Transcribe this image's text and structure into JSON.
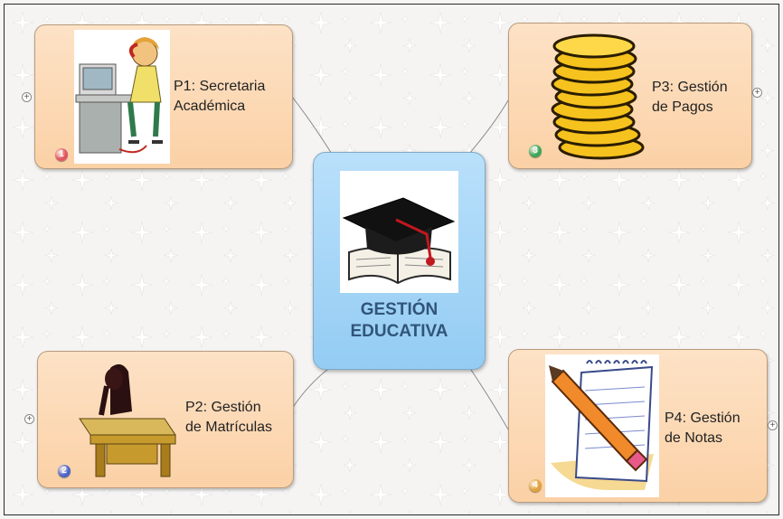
{
  "central_topic": {
    "label_line1": "GESTIÓN",
    "label_line2": "EDUCATIVA",
    "icon": "graduation-cap-book-icon"
  },
  "topics": [
    {
      "badge": "1",
      "line1": "P1: Secretaria",
      "line2": "Académica",
      "icon": "secretary-phone-computer-icon",
      "badge_color": "#e0545f"
    },
    {
      "badge": "2",
      "line1": "P2: Gestión",
      "line2": "de Matrículas",
      "icon": "person-at-desk-icon",
      "badge_color": "#4a63c9"
    },
    {
      "badge": "3",
      "line1": "P3: Gestión",
      "line2": "de Pagos",
      "icon": "gold-coins-icon",
      "badge_color": "#3aa55a"
    },
    {
      "badge": "4",
      "line1": "P4: Gestión",
      "line2": "de Notas",
      "icon": "notebook-pencil-icon",
      "badge_color": "#e0a13a"
    }
  ],
  "expand_symbol": "+",
  "colors": {
    "topic_fill": "#fbd7b0",
    "center_fill": "#a6d5f6",
    "center_text": "#31557a"
  }
}
